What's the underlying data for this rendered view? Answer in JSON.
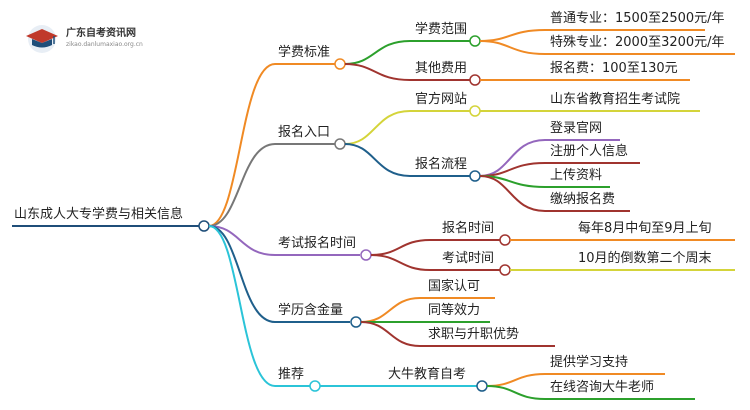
{
  "header": {
    "logo_title": "广东自考资讯网",
    "logo_sub": "zikao.danlumaxiao.org.cn"
  },
  "mindmap": {
    "root": "山东成人大专学费与相关信息",
    "branches": [
      {
        "label": "学费标准",
        "children": [
          {
            "label": "学费范围",
            "children": [
              "普通专业：1500至2500元/年",
              "特殊专业：2000至3200元/年"
            ]
          },
          {
            "label": "其他费用",
            "children": [
              "报名费：100至130元"
            ]
          }
        ]
      },
      {
        "label": "报名入口",
        "children": [
          {
            "label": "官方网站",
            "children": [
              "山东省教育招生考试院"
            ]
          },
          {
            "label": "报名流程",
            "children": [
              "登录官网",
              "注册个人信息",
              "上传资料",
              "缴纳报名费"
            ]
          }
        ]
      },
      {
        "label": "考试报名时间",
        "children": [
          {
            "label": "报名时间",
            "children": [
              "每年8月中旬至9月上旬"
            ]
          },
          {
            "label": "考试时间",
            "children": [
              "10月的倒数第二个周末"
            ]
          }
        ]
      },
      {
        "label": "学历含金量",
        "children": [
          "国家认可",
          "同等效力",
          "求职与升职优势"
        ]
      },
      {
        "label": "推荐",
        "children": [
          {
            "label": "大牛教育自考",
            "children": [
              "提供学习支持",
              "在线咨询大牛老师"
            ]
          }
        ]
      }
    ]
  }
}
